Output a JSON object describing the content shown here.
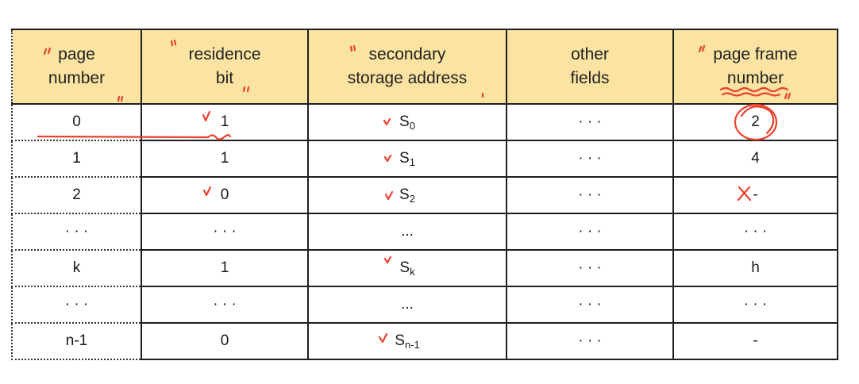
{
  "table": {
    "headers": [
      {
        "line1": "page",
        "line2": "number"
      },
      {
        "line1": "residence",
        "line2": "bit"
      },
      {
        "line1": "secondary",
        "line2": "storage address"
      },
      {
        "line1": "other",
        "line2": "fields"
      },
      {
        "line1": "page frame",
        "line2": "number"
      }
    ],
    "rows": [
      {
        "page": "0",
        "res": "1",
        "addr_base": "S",
        "addr_sub": "0",
        "other": "· · ·",
        "frame": "2"
      },
      {
        "page": "1",
        "res": "1",
        "addr_base": "S",
        "addr_sub": "1",
        "other": "· · ·",
        "frame": "4"
      },
      {
        "page": "2",
        "res": "0",
        "addr_base": "S",
        "addr_sub": "2",
        "other": "· · ·",
        "frame": "-"
      },
      {
        "page": "· · ·",
        "res": "· · ·",
        "addr_base": "...",
        "addr_sub": "",
        "other": "· · ·",
        "frame": "· · ·"
      },
      {
        "page": "k",
        "res": "1",
        "addr_base": "S",
        "addr_sub": "k",
        "other": "· · ·",
        "frame": "h"
      },
      {
        "page": "· · ·",
        "res": "· · ·",
        "addr_base": "...",
        "addr_sub": "",
        "other": "· · ·",
        "frame": "· · ·"
      },
      {
        "page": "n-1",
        "res": "0",
        "addr_base": "S",
        "addr_sub": "n-1",
        "other": "· · ·",
        "frame": "-"
      }
    ]
  },
  "annotations": {
    "ink_color": "#e8422e"
  }
}
